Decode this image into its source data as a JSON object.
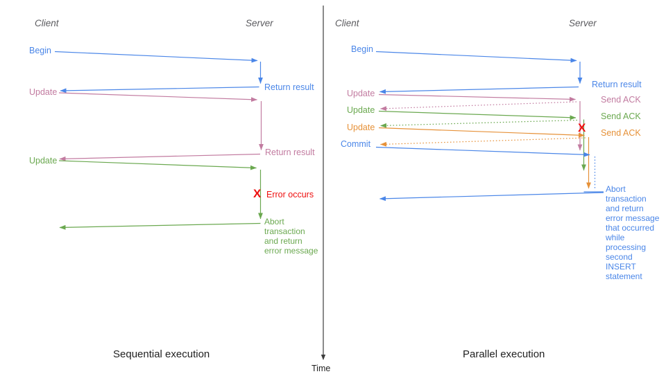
{
  "colors": {
    "blue": "#4a86e8",
    "pink": "#c27ba0",
    "green": "#6aa84f",
    "orange": "#e69138",
    "red": "#ee0f0f",
    "header": "#5b5b5f",
    "caption": "#1f1f1f",
    "axis": "#3d3d3d"
  },
  "time_axis": {
    "label": "Time"
  },
  "left": {
    "caption": "Sequential execution",
    "client_header": "Client",
    "server_header": "Server",
    "messages": {
      "begin": "Begin",
      "return_result_1": "Return result",
      "update_1": "Update",
      "return_result_2": "Return result",
      "update_2": "Update",
      "error_x": "X",
      "error_label": "Error occurs",
      "abort": "Abort\ntransaction\nand return\nerror message"
    }
  },
  "right": {
    "caption": "Parallel execution",
    "client_header": "Client",
    "server_header": "Server",
    "messages": {
      "begin": "Begin",
      "return_result": "Return result",
      "update_1": "Update",
      "send_ack_1": "Send ACK",
      "update_2": "Update",
      "send_ack_2": "Send ACK",
      "update_3": "Update",
      "send_ack_3": "Send ACK",
      "commit": "Commit",
      "error_x": "X",
      "abort": "Abort\ntransaction\nand return\nerror message\nthat occurred\nwhile\nprocessing\nsecond\nINSERT\nstatement"
    }
  }
}
